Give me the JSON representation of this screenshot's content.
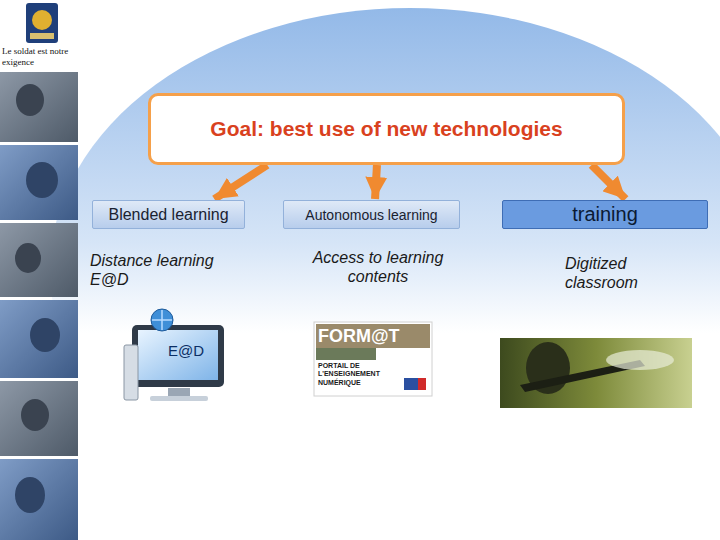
{
  "diagram": {
    "nodes": [
      {
        "text": [
          "Goal: best use of new technologies"
        ]
      },
      {
        "text": [
          "Blended learning"
        ]
      },
      {
        "text": [
          "Autonomous learning"
        ]
      },
      {
        "text": [
          "training"
        ]
      }
    ],
    "edges": [
      {
        "from": 0,
        "to": 1,
        "arrow": "to"
      },
      {
        "from": 0,
        "to": 2,
        "arrow": "to"
      },
      {
        "from": 0,
        "to": 3,
        "arrow": "to"
      }
    ],
    "labels": [
      "Le soldat est notre exigence",
      "Distance learning E@D",
      "Access to learning contents",
      "Digitized classroom",
      "E@D",
      "FORM@T",
      "PORTAIL DE L'ENSEIGNEMENT NUMÉRIQUE"
    ]
  }
}
